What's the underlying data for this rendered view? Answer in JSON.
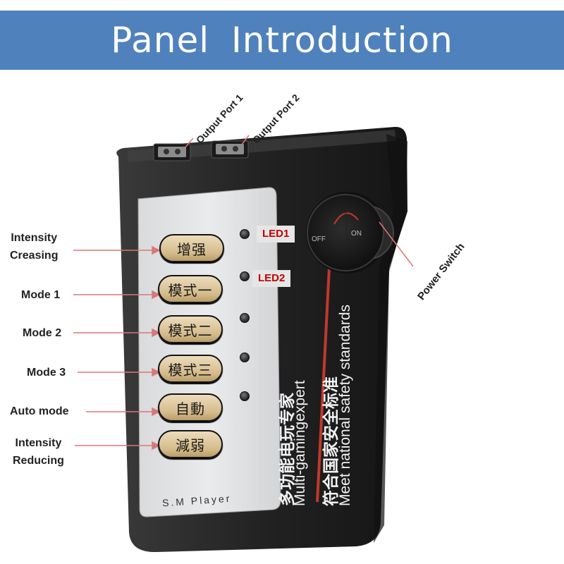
{
  "title": "Panel  Introduction",
  "callouts": {
    "output_port_1": "Output Port 1",
    "output_port_2": "Output Port 2",
    "power_switch": "Power Switch",
    "intensity_increasing": "Intensity\nCreasing",
    "mode_1": "Mode 1",
    "mode_2": "Mode 2",
    "mode_3": "Mode 3",
    "auto_mode": "Auto mode",
    "intensity_reducing": "Intensity\nReducing"
  },
  "led_labels": {
    "led1": "LED1",
    "led2": "LED2"
  },
  "buttons": [
    "增强",
    "模式一",
    "模式二",
    "模式三",
    "自動",
    "減弱"
  ],
  "device_text": {
    "brand": "S.M Player",
    "line_cn_1": "多功能电玩专家",
    "line_en_1": "Multi-gamingexpert",
    "line_cn_2": "符合国家安全标准",
    "line_en_2": "Meet national safety standards",
    "knob_off": "OFF",
    "knob_on": "ON"
  },
  "colors": {
    "banner": "#4f81bd",
    "led_text": "#c00000",
    "pointer": "#d9777a",
    "device_body": "#262626",
    "button_face": "#d9c195",
    "face_stripe": "#c0392b"
  }
}
